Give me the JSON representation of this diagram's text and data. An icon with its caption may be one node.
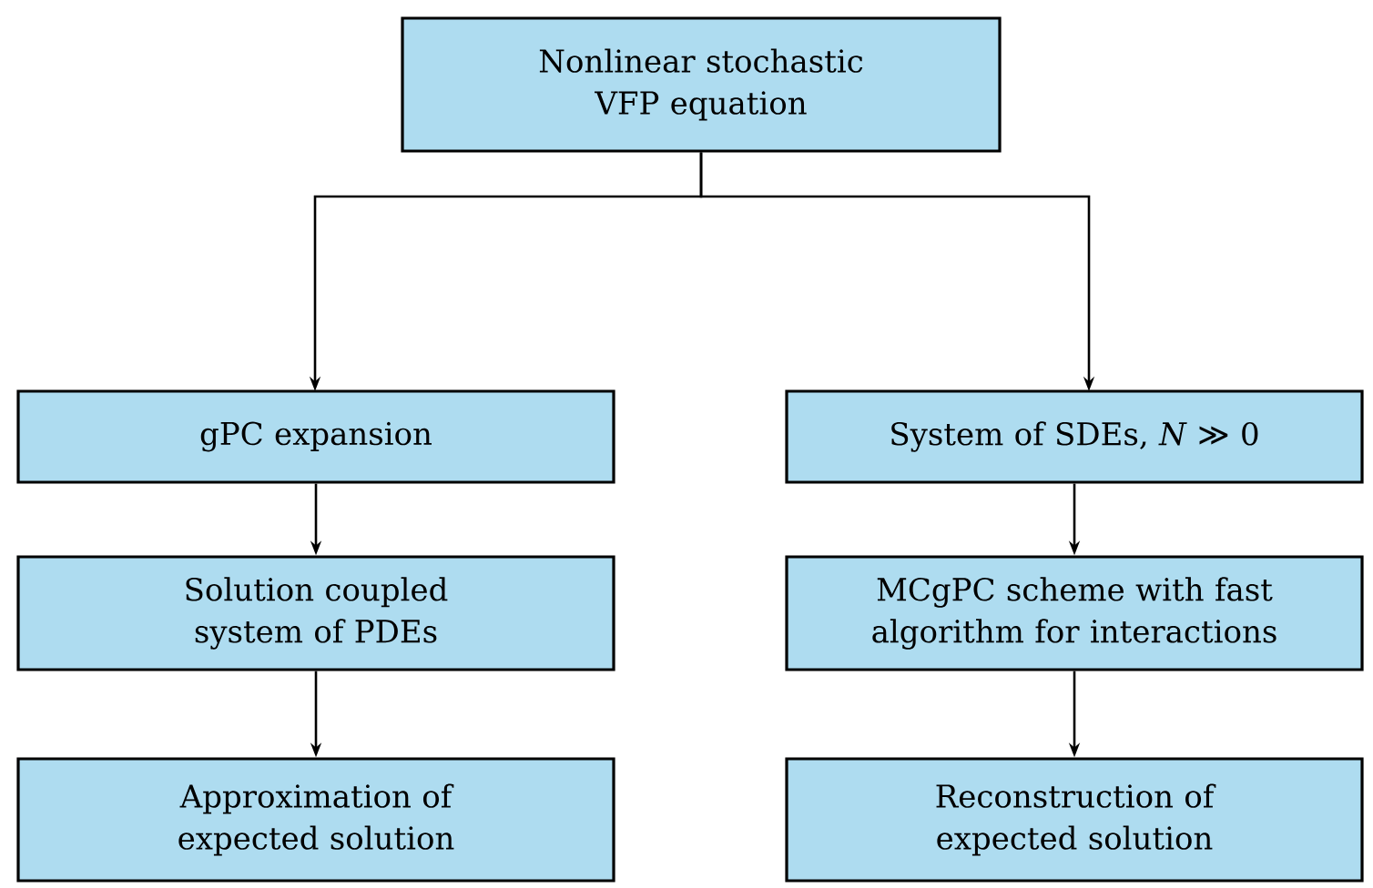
{
  "diagram": {
    "nodes": [
      {
        "text": [
          "Nonlinear stochastic VFP equation"
        ]
      },
      {
        "text": [
          "gPC expansion"
        ]
      },
      {
        "text": [
          "System of SDEs, *N* ≫ 0"
        ]
      },
      {
        "text": [
          "Solution coupled system of PDEs"
        ]
      },
      {
        "text": [
          "MCgPC scheme with fast algorithm for interactions"
        ]
      },
      {
        "text": [
          "Approximation of expected solution"
        ]
      },
      {
        "text": [
          "Reconstruction of expected solution"
        ]
      }
    ],
    "edges": [
      {
        "from": 0,
        "to": 1,
        "arrow": "to"
      },
      {
        "from": 0,
        "to": 2,
        "arrow": "to"
      },
      {
        "from": 1,
        "to": 3,
        "arrow": "to"
      },
      {
        "from": 3,
        "to": 5,
        "arrow": "to"
      },
      {
        "from": 2,
        "to": 4,
        "arrow": "to"
      },
      {
        "from": 4,
        "to": 6,
        "arrow": "to"
      }
    ]
  }
}
